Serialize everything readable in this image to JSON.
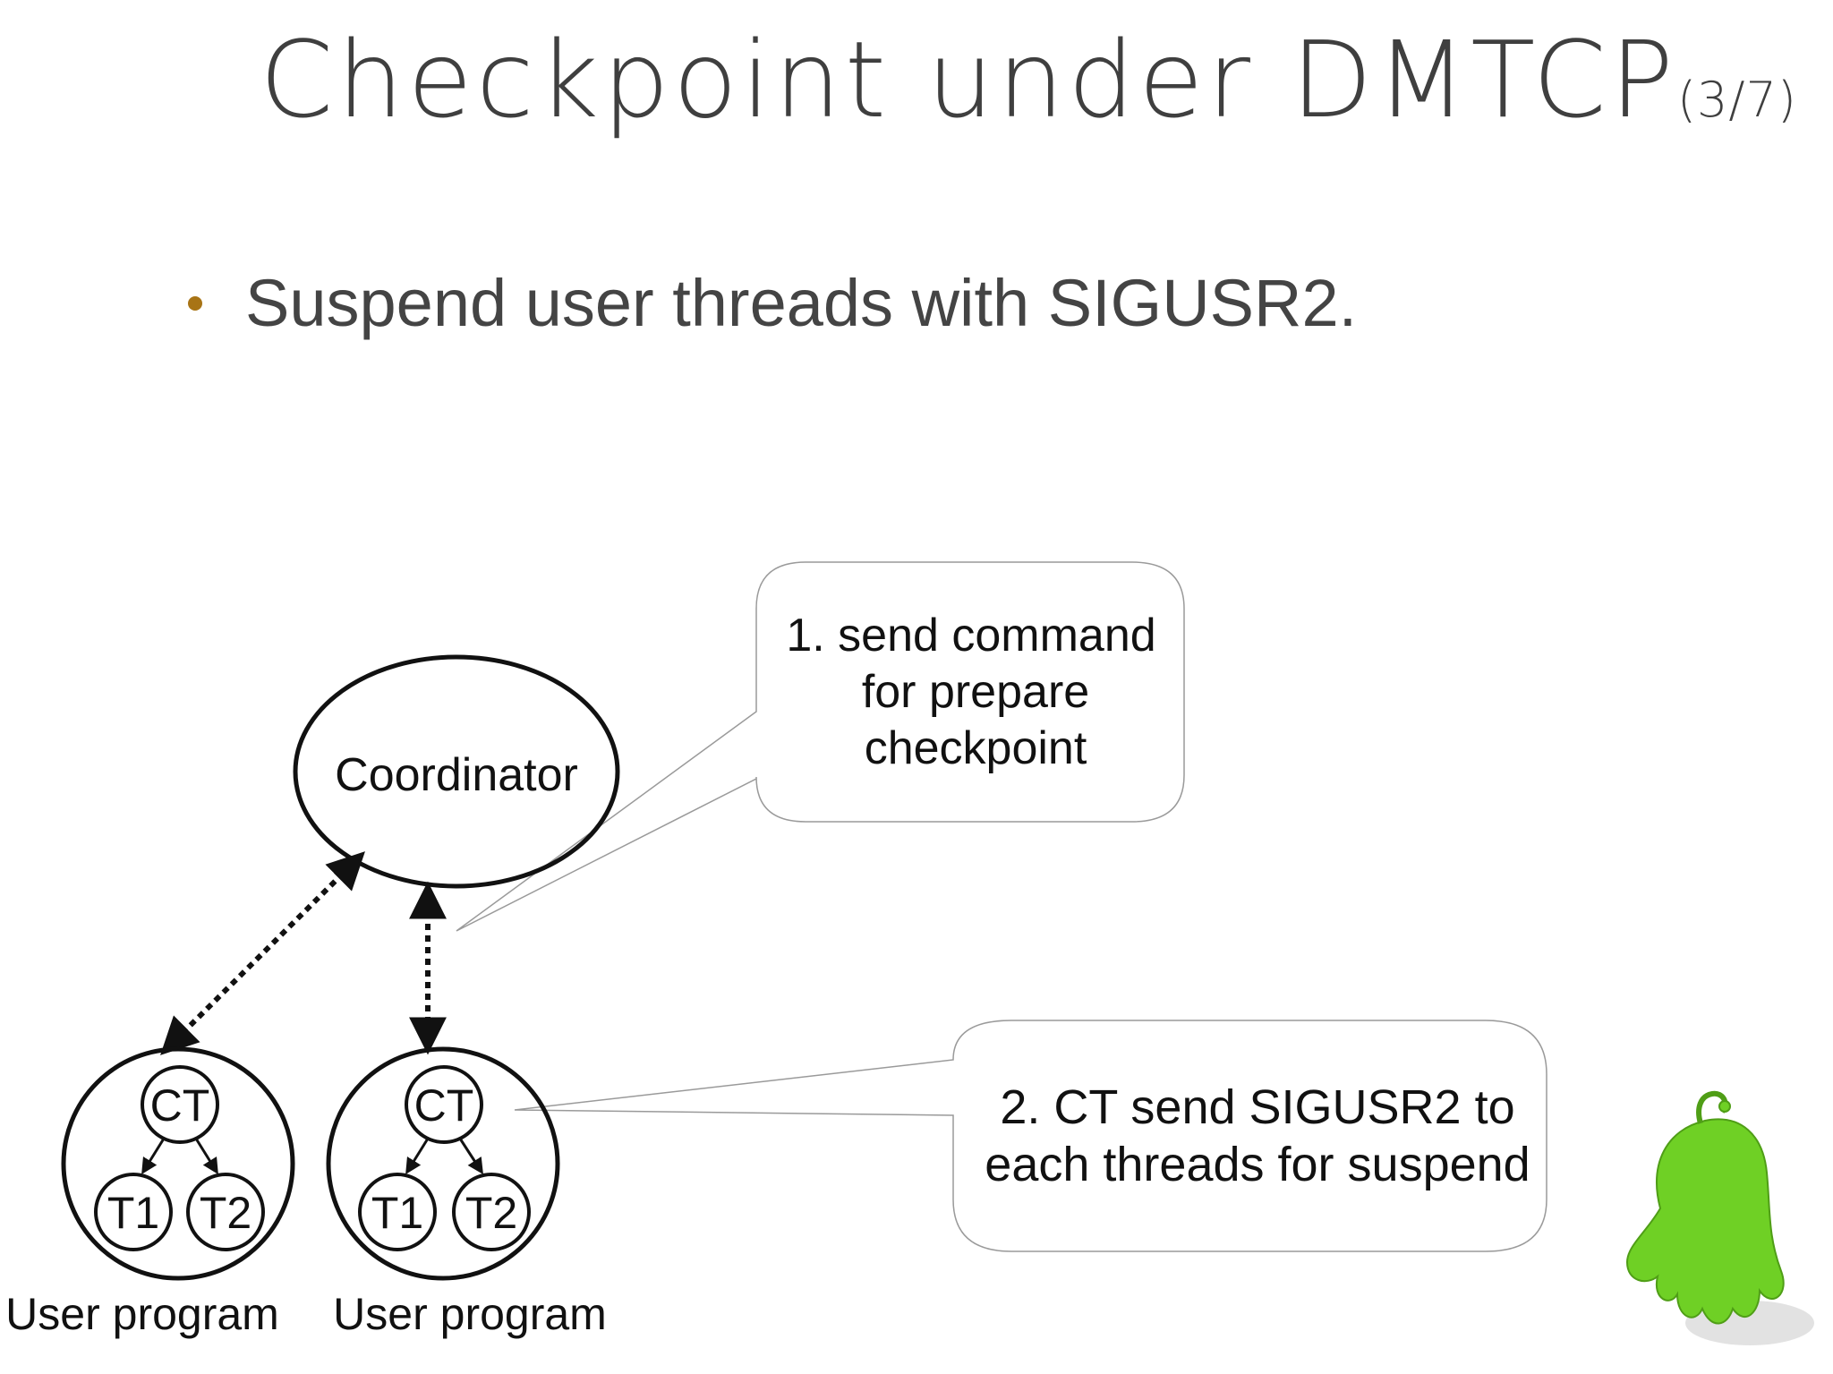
{
  "slide": {
    "title": "Checkpoint under DMTCP",
    "counter": "(3/7)",
    "bullet": "Suspend user threads with SIGUSR2."
  },
  "diagram": {
    "coordinator_label": "Coordinator",
    "programs": [
      {
        "ct": "CT",
        "t1": "T1",
        "t2": "T2",
        "label": "User program"
      },
      {
        "ct": "CT",
        "t1": "T1",
        "t2": "T2",
        "label": "User program"
      }
    ],
    "callout_1": [
      "1. send command",
      "for prepare",
      "checkpoint"
    ],
    "callout_2": [
      "2. CT send SIGUSR2 to",
      "each threads for suspend"
    ]
  },
  "colors": {
    "bullet": "#a87415",
    "title": "#3f3f3f",
    "mascot": "#6fd025"
  },
  "icons": {
    "mascot": "green-ghost-mascot-icon"
  }
}
